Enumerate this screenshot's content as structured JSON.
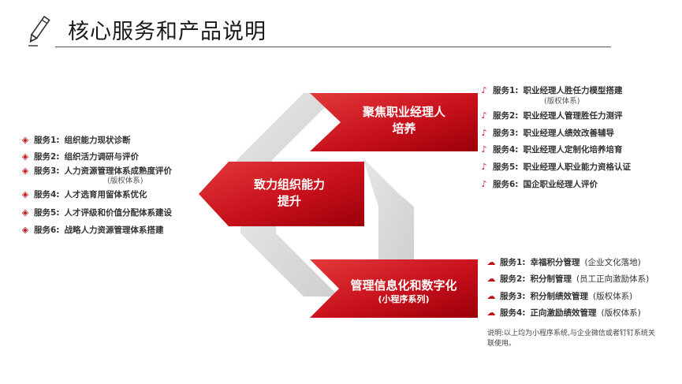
{
  "title": "核心服务和产品说明",
  "hubs": {
    "top": {
      "line1": "聚焦职业经理人",
      "line2": "培养"
    },
    "middle": {
      "line1": "致力组织能力",
      "line2": "提升"
    },
    "bottom": {
      "line1": "管理信息化和数字化",
      "line2": "(小程序系列)"
    }
  },
  "left_list": [
    {
      "label": "服务1:",
      "text": "组织能力现状诊断"
    },
    {
      "label": "服务2:",
      "text": "组织活力调研与评价"
    },
    {
      "label": "服务3:",
      "text": "人力资源管理体系成熟度评价",
      "sub": "(版权体系)"
    },
    {
      "label": "服务4:",
      "text": "人才选育用留体系优化"
    },
    {
      "label": "服务5:",
      "text": "人才评级和价值分配体系建设"
    },
    {
      "label": "服务6:",
      "text": "战略人力资源管理体系搭建"
    }
  ],
  "top_list": [
    {
      "label": "服务1:",
      "text": "职业经理人胜任力模型搭建",
      "sub": "(版权体系)"
    },
    {
      "label": "服务2:",
      "text": "职业经理人管理胜任力测评"
    },
    {
      "label": "服务3:",
      "text": "职业经理人绩效改善辅导"
    },
    {
      "label": "服务4:",
      "text": "职业经理人定制化培养培育"
    },
    {
      "label": "服务5:",
      "text": "职业经理人职业能力资格认证"
    },
    {
      "label": "服务6:",
      "text": "国企职业经理人评价"
    }
  ],
  "bottom_list": [
    {
      "label": "服务1:",
      "text": "幸福积分管理",
      "note": "(企业文化落地)"
    },
    {
      "label": "服务2:",
      "text": "积分制管理",
      "note": "(员工正向激励体系)"
    },
    {
      "label": "服务3:",
      "text": "积分制绩效管理",
      "note": "(版权体系)"
    },
    {
      "label": "服务4:",
      "text": "正向激励绩效管理",
      "note": "(版权体系)"
    }
  ],
  "footnote": "说明:以上均为小程序系统,与企业微信或者钉钉系统关联使用。",
  "colors": {
    "red_dark": "#b3000c",
    "red_light": "#e23a3a",
    "grey": "#d9d9d9",
    "icon_red": "#c0121b"
  },
  "icons": {
    "left": "layers-icon",
    "top": "music-note-icon",
    "bottom": "cloud-icon",
    "title": "pencil-icon"
  }
}
